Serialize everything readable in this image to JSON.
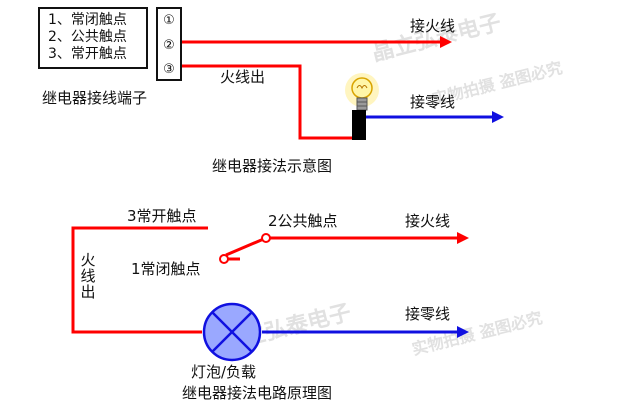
{
  "top_diagram": {
    "terminals": [
      "1、常闭触点",
      "2、公共触点",
      "3、常开触点"
    ],
    "terminal_numbers": [
      "①",
      "②",
      "③"
    ],
    "terminal_caption": "继电器接线端子",
    "live_in": "接火线",
    "live_out": "火线出",
    "neutral": "接零线",
    "caption": "继电器接法示意图"
  },
  "bottom_diagram": {
    "no_contact": "3常开触点",
    "common_contact": "2公共触点",
    "nc_contact": "1常闭触点",
    "live_in": "接火线",
    "live_out": "火线出",
    "neutral": "接零线",
    "lamp_label": "灯泡/负载",
    "caption": "继电器接法电路原理图"
  },
  "watermarks": {
    "brand": "晶立弘泰电子",
    "slogan": "实物拍摄 盗图必究"
  },
  "colors": {
    "live": "#ff0000",
    "neutral": "#1010e0",
    "outline": "#111111"
  }
}
